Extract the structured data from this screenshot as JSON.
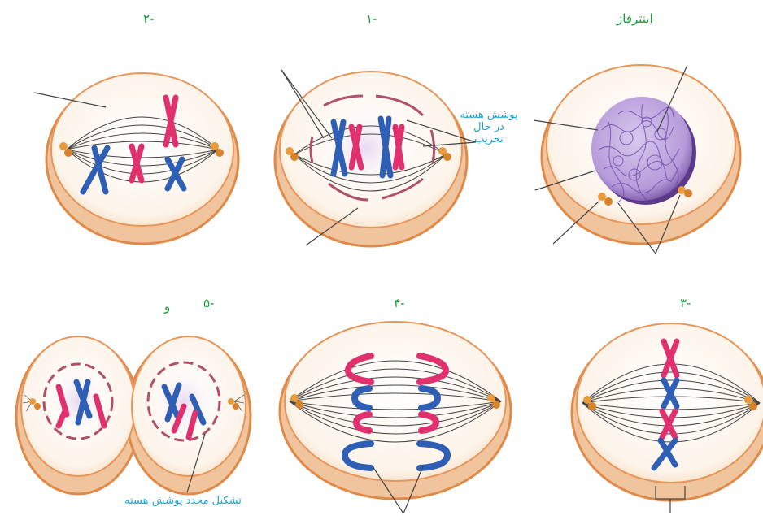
{
  "labels": {
    "interphase": "اینترفاز",
    "p1": "-۱",
    "p2": "-۲",
    "p3": "-۳",
    "p4": "-۴",
    "p5": "-۵",
    "p5_and": "و"
  },
  "annotations": {
    "envelope_line1": "پوشش هسته",
    "envelope_line2": "در حال",
    "envelope_line3": "تخریب",
    "reform": "تشکیل مجدد پوشش هسته"
  },
  "colors": {
    "membrane": "#e08a4a",
    "cytoplasm": "#fbecd9",
    "chromosome_red": "#e0316e",
    "chromosome_blue": "#2f5fb4",
    "nucleus": "#7d5bb0",
    "label_green": "#1a9a3c",
    "annotation_blue": "#1ea3e0"
  }
}
